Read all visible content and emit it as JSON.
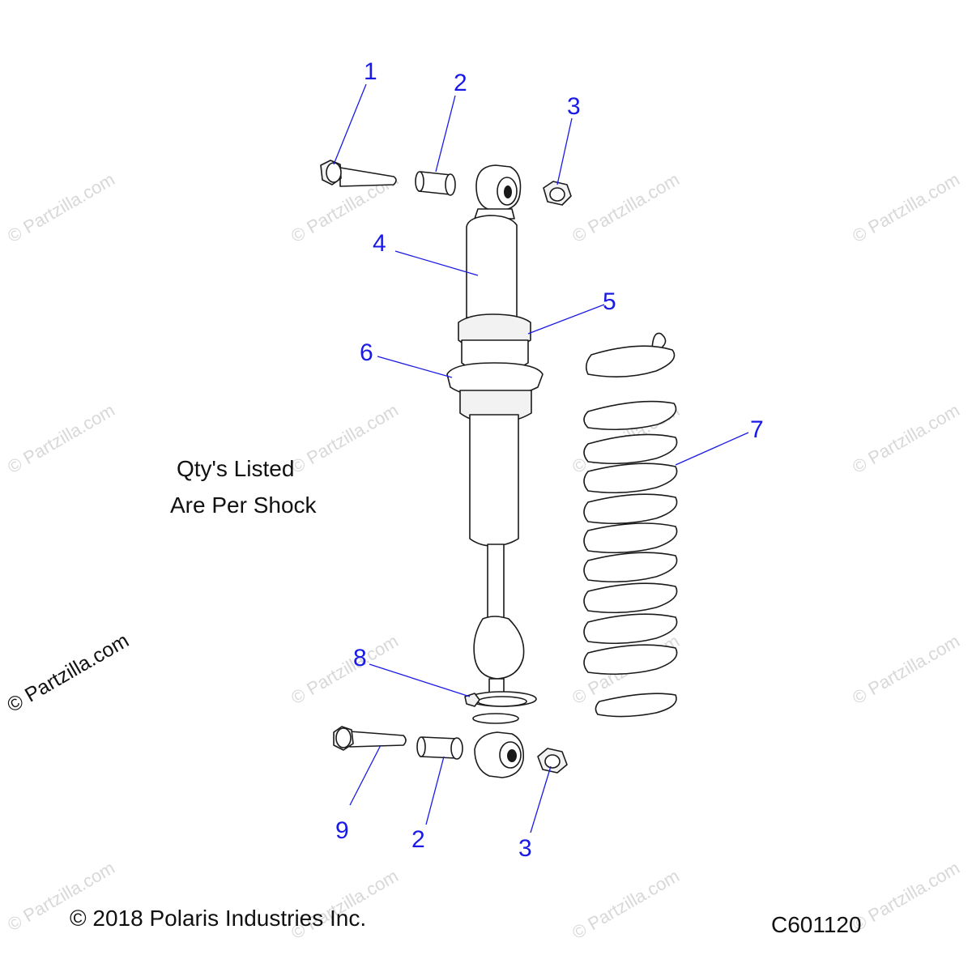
{
  "note": {
    "line1": "Qty's Listed",
    "line2": "Are Per Shock"
  },
  "footer": {
    "copyright": "© 2018 Polaris Industries Inc.",
    "diagram_code": "C601120"
  },
  "watermark": {
    "text": "© Partzilla.com",
    "large_text": "© Partzilla.com"
  },
  "callouts": {
    "c1": "1",
    "c2_top": "2",
    "c3_top": "3",
    "c4": "4",
    "c5": "5",
    "c6": "6",
    "c7": "7",
    "c8": "8",
    "c9": "9",
    "c2_bottom": "2",
    "c3_bottom": "3"
  },
  "parts": [
    {
      "ref": "1",
      "name": "bolt"
    },
    {
      "ref": "2",
      "name": "bushing"
    },
    {
      "ref": "3",
      "name": "nut"
    },
    {
      "ref": "4",
      "name": "shock body"
    },
    {
      "ref": "5",
      "name": "locking ring"
    },
    {
      "ref": "6",
      "name": "adjuster nut"
    },
    {
      "ref": "7",
      "name": "coil spring"
    },
    {
      "ref": "8",
      "name": "retainer clip"
    },
    {
      "ref": "9",
      "name": "bolt"
    }
  ],
  "colors": {
    "callout": "#1a1ae6",
    "line_art": "#1a1a1a",
    "watermark": "#d8d8d8"
  }
}
